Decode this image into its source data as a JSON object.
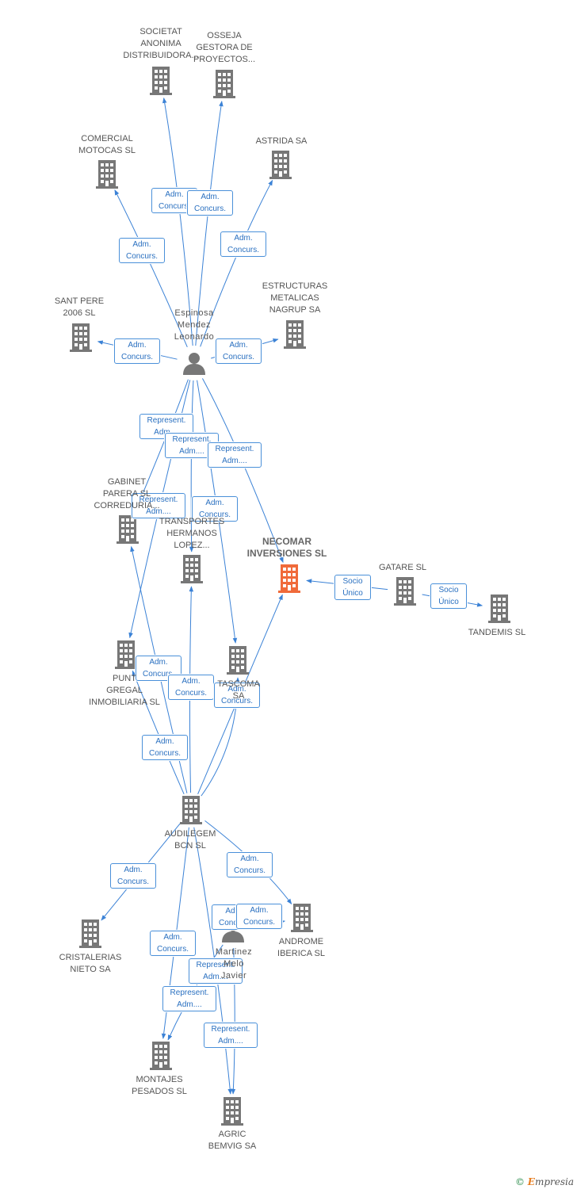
{
  "colors": {
    "edge": "#3b82d6",
    "company": "#777777",
    "main": "#f06a3a",
    "person": "#777777"
  },
  "nodes": [
    {
      "id": "person_espinosa",
      "type": "person",
      "label": "Espinosa Mendez Leonardo"
    },
    {
      "id": "person_martinez",
      "type": "person",
      "label": "Martinez Melo Javier"
    },
    {
      "id": "societat",
      "type": "company",
      "label": "SOCIETAT ANONIMA DISTRIBUIDORA..."
    },
    {
      "id": "osseja",
      "type": "company",
      "label": "OSSEJA GESTORA DE PROYECTOS..."
    },
    {
      "id": "motocas",
      "type": "company",
      "label": "COMERCIAL MOTOCAS SL"
    },
    {
      "id": "astrida",
      "type": "company",
      "label": "ASTRIDA SA"
    },
    {
      "id": "santpere",
      "type": "company",
      "label": "SANT PERE 2006 SL"
    },
    {
      "id": "nagrup",
      "type": "company",
      "label": "ESTRUCTURAS METALICAS NAGRUP SA"
    },
    {
      "id": "gabinet",
      "type": "company",
      "label": "GABINET PARERA SL CORREDURIA..."
    },
    {
      "id": "transportes",
      "type": "company",
      "label": "TRANSPORTES HERMANOS LOPEZ..."
    },
    {
      "id": "necomar",
      "type": "main",
      "label": "NECOMAR INVERSIONES SL"
    },
    {
      "id": "gatare",
      "type": "company",
      "label": "GATARE SL"
    },
    {
      "id": "tandemis",
      "type": "company",
      "label": "TANDEMIS SL"
    },
    {
      "id": "puntgregal",
      "type": "company",
      "label": "PUNT GREGAL INMOBILIARIA SL"
    },
    {
      "id": "tascoma",
      "type": "company",
      "label": "TASCOMA SA"
    },
    {
      "id": "audilegem",
      "type": "company",
      "label": "AUDILEGEM BCN SL"
    },
    {
      "id": "cristalerias",
      "type": "company",
      "label": "CRISTALERIAS NIETO SA"
    },
    {
      "id": "androme",
      "type": "company",
      "label": "ANDROME IBERICA SL"
    },
    {
      "id": "montajes",
      "type": "company",
      "label": "MONTAJES PESADOS SL"
    },
    {
      "id": "agric",
      "type": "company",
      "label": "AGRIC BEMVIG SA"
    }
  ],
  "edges": [
    {
      "from": "person_espinosa",
      "to": "societat",
      "label": "Adm. Concurs."
    },
    {
      "from": "person_espinosa",
      "to": "osseja",
      "label": "Adm. Concurs."
    },
    {
      "from": "person_espinosa",
      "to": "motocas",
      "label": "Adm. Concurs."
    },
    {
      "from": "person_espinosa",
      "to": "astrida",
      "label": "Adm. Concurs."
    },
    {
      "from": "person_espinosa",
      "to": "santpere",
      "label": "Adm. Concurs."
    },
    {
      "from": "person_espinosa",
      "to": "nagrup",
      "label": "Adm. Concurs."
    },
    {
      "from": "person_espinosa",
      "to": "gabinet",
      "label": "Represent. Adm...."
    },
    {
      "from": "person_espinosa",
      "to": "transportes",
      "label": "Represent. Adm...."
    },
    {
      "from": "person_espinosa",
      "to": "necomar",
      "label": "Represent. Adm...."
    },
    {
      "from": "person_espinosa",
      "to": "puntgregal",
      "label": "Represent. Adm...."
    },
    {
      "from": "person_espinosa",
      "to": "tascoma",
      "label": "Adm. Concurs."
    },
    {
      "from": "gatare",
      "to": "necomar",
      "label": "Socio Único"
    },
    {
      "from": "gatare",
      "to": "tandemis",
      "label": "Socio Único"
    },
    {
      "from": "audilegem",
      "to": "gabinet",
      "label": "Adm. Concurs."
    },
    {
      "from": "audilegem",
      "to": "transportes",
      "label": "Adm. Concurs."
    },
    {
      "from": "audilegem",
      "to": "necomar",
      "label": "Adm. Concurs."
    },
    {
      "from": "audilegem",
      "to": "puntgregal",
      "label": "Adm. Concurs."
    },
    {
      "from": "audilegem",
      "to": "tascoma",
      "label": "Adm. Concurs."
    },
    {
      "from": "audilegem",
      "to": "cristalerias",
      "label": "Adm. Concurs."
    },
    {
      "from": "audilegem",
      "to": "androme",
      "label": "Adm. Concurs."
    },
    {
      "from": "audilegem",
      "to": "montajes",
      "label": "Adm. Concurs."
    },
    {
      "from": "audilegem",
      "to": "agric",
      "label": "Adm. Concurs."
    },
    {
      "from": "person_martinez",
      "to": "androme",
      "label": "Represent. Adm...."
    },
    {
      "from": "person_martinez",
      "to": "montajes",
      "label": "Represent. Adm...."
    },
    {
      "from": "person_martinez",
      "to": "agric",
      "label": "Represent. Adm...."
    }
  ],
  "credit": {
    "symbol": "©",
    "brand_initial": "E",
    "brand_rest": "mpresia"
  }
}
